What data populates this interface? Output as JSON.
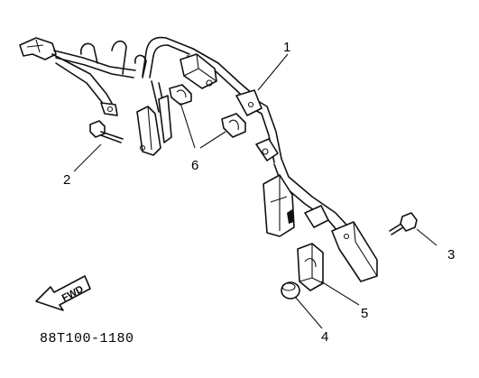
{
  "diagram": {
    "part_number": "88T100-1180",
    "fwd_label": "FWD",
    "callouts": [
      {
        "id": "1",
        "label": "1"
      },
      {
        "id": "2",
        "label": "2"
      },
      {
        "id": "3",
        "label": "3"
      },
      {
        "id": "4",
        "label": "4"
      },
      {
        "id": "5",
        "label": "5"
      },
      {
        "id": "6",
        "label": "6"
      }
    ]
  }
}
